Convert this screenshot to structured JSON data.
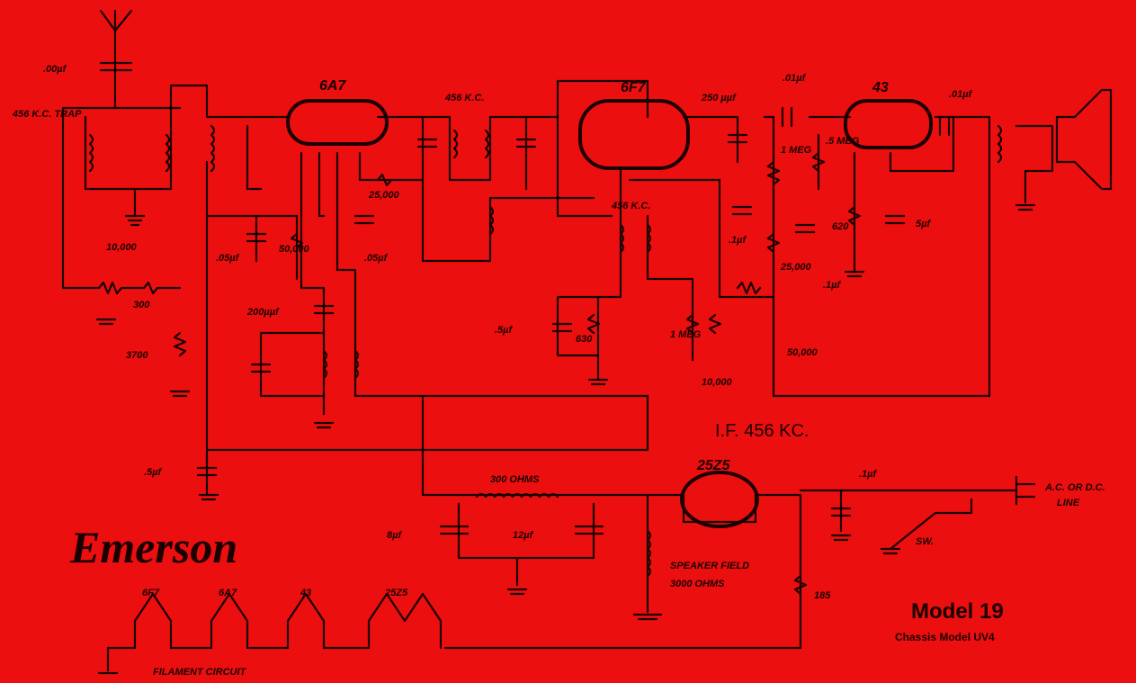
{
  "brand": "Emerson",
  "model": "Model 19",
  "chassis": "Chassis Model UV4",
  "if_note": "I.F. 456 KC.",
  "filament_caption": "FILAMENT CIRCUIT",
  "tubes": {
    "t6a7": "6A7",
    "t6f7": "6F7",
    "t43": "43",
    "t25z5": "25Z5"
  },
  "filament_tubes": [
    "6F7",
    "6A7",
    "43",
    "25Z5"
  ],
  "labels": {
    "antenna_cap": ".00µf",
    "trap_freq": "456 K.C. TRAP",
    "ifc1": "456 K.C.",
    "ifc2": "456 K.C.",
    "cap_250": "250 µµf",
    "cap_01": ".01µf",
    "cap_01b": ".01µf",
    "r10000": "10,000",
    "r300": "300",
    "r3700": "3700",
    "r25000": "25,000",
    "r50000": "50,000",
    "c200": "200µµf",
    "c05a": ".05µf",
    "c05b": ".05µf",
    "c05c": ".1µf",
    "c05d": ".1µf",
    "c5a": ".5µf",
    "r630": "630",
    "r1meg": "1 MEG",
    "r10000b": "10,000",
    "r50000b": "50,000",
    "r25000b": "25,000",
    "r1megb": "1 MEG",
    "r5meg": ".5 MEG",
    "r620": "620",
    "c5b": ".5µf",
    "c5c": "5µf",
    "choke": "300 OHMS",
    "c8a": "8µf",
    "c8b": "12µf",
    "field": "SPEAKER FIELD",
    "field_ohms": "3000 OHMS",
    "r185": "185",
    "c1": ".1µf",
    "sw": "SW.",
    "line": "A.C. OR D.C.",
    "line2": "LINE"
  },
  "colors": {
    "paper": "#ec0f0f",
    "ink": "#1a0000"
  }
}
